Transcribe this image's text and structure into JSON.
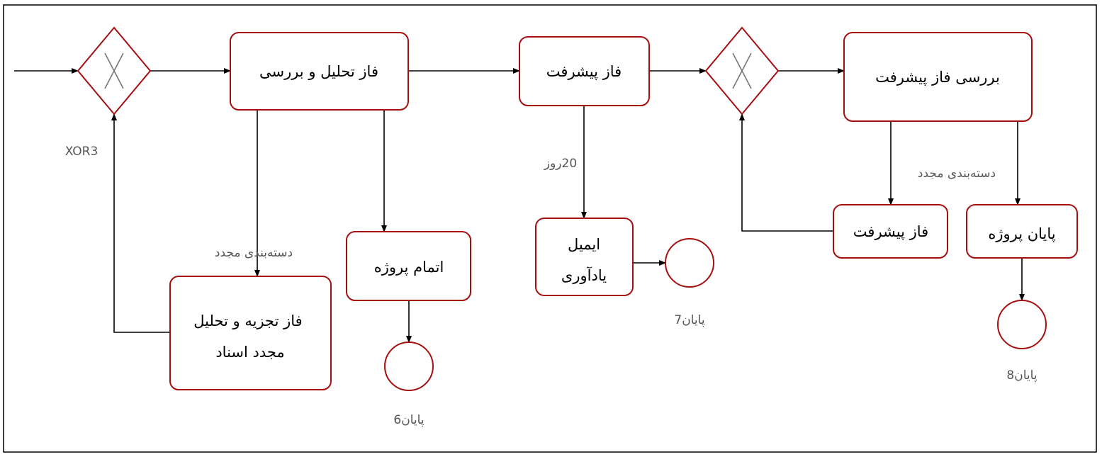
{
  "diagram": {
    "gateway_xor3": {
      "label": "XOR3"
    },
    "task_analysis": {
      "label": "فاز تحلیل و بررسی"
    },
    "task_progress": {
      "label": "فاز پیشرفت"
    },
    "task_review_progress": {
      "label": "بررسی فاز پیشرفت"
    },
    "task_reanalysis": {
      "line1": "فاز تجزیه و تحلیل",
      "line2": "مجدد اسناد"
    },
    "task_complete_project": {
      "label": "اتمام پروژه"
    },
    "task_email_reminder": {
      "line1": "ایمیل",
      "line2": "یادآوری"
    },
    "task_progress_2": {
      "label": "فاز پیشرفت"
    },
    "task_end_project": {
      "label": "پایان پروژه"
    },
    "end6": {
      "label": "پایان6"
    },
    "end7": {
      "label": "پایان7"
    },
    "end8": {
      "label": "پایان8"
    },
    "edge_labels": {
      "recategorize_1": "دسته‌بندی مجدد",
      "days_20": "20روز",
      "recategorize_2": "دسته‌بندی مجدد"
    }
  }
}
